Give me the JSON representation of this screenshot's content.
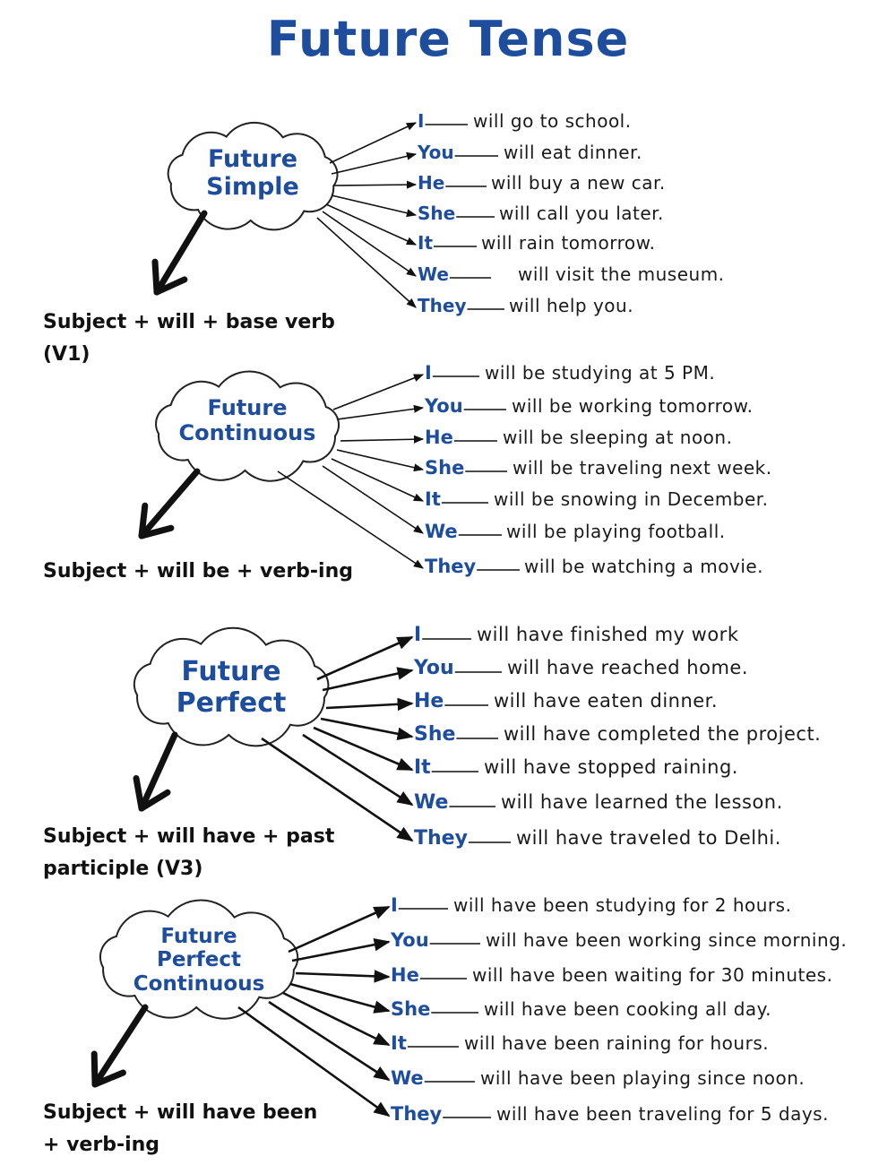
{
  "title": "Future Tense",
  "colors": {
    "accent": "#1d4d9c",
    "text": "#1a1a1a",
    "arrow": "#111111"
  },
  "sections": [
    {
      "label_lines": [
        "Future",
        "Simple"
      ],
      "formula": "Subject + will + base verb (V1)",
      "rows": [
        {
          "pronoun": "I",
          "sentence": "will go to school."
        },
        {
          "pronoun": "You",
          "sentence": "will eat dinner."
        },
        {
          "pronoun": "He",
          "sentence": "will buy a new car."
        },
        {
          "pronoun": "She",
          "sentence": "will call you later."
        },
        {
          "pronoun": "It",
          "sentence": "will rain tomorrow."
        },
        {
          "pronoun": "We",
          "sentence": "will visit the museum."
        },
        {
          "pronoun": "They",
          "sentence": "will help you."
        }
      ]
    },
    {
      "label_lines": [
        "Future",
        "Continuous"
      ],
      "formula": "Subject + will be + verb-ing",
      "rows": [
        {
          "pronoun": "I",
          "sentence": "will be studying at 5 PM."
        },
        {
          "pronoun": "You",
          "sentence": "will be working tomorrow."
        },
        {
          "pronoun": "He",
          "sentence": "will be sleeping at noon."
        },
        {
          "pronoun": "She",
          "sentence": "will be traveling next week."
        },
        {
          "pronoun": "It",
          "sentence": "will be snowing in December."
        },
        {
          "pronoun": "We",
          "sentence": "will be playing football."
        },
        {
          "pronoun": "They",
          "sentence": "will be watching a movie."
        }
      ]
    },
    {
      "label_lines": [
        "Future",
        "Perfect"
      ],
      "formula": "Subject + will have + past participle (V3)",
      "rows": [
        {
          "pronoun": "I",
          "sentence": "will have finished my work"
        },
        {
          "pronoun": "You",
          "sentence": "will have reached home."
        },
        {
          "pronoun": "He",
          "sentence": "will have eaten dinner."
        },
        {
          "pronoun": "She",
          "sentence": "will have completed the project."
        },
        {
          "pronoun": "It",
          "sentence": "will have stopped raining."
        },
        {
          "pronoun": "We",
          "sentence": "will have learned the lesson."
        },
        {
          "pronoun": "They",
          "sentence": "will have traveled to Delhi."
        }
      ]
    },
    {
      "label_lines": [
        "Future",
        "Perfect",
        "Continuous"
      ],
      "formula": "Subject + will have been + verb-ing",
      "rows": [
        {
          "pronoun": "I",
          "sentence": "will have been studying for 2 hours."
        },
        {
          "pronoun": "You",
          "sentence": "will have been working since morning."
        },
        {
          "pronoun": "He",
          "sentence": "will have been waiting for 30 minutes."
        },
        {
          "pronoun": "She",
          "sentence": "will have been cooking all day."
        },
        {
          "pronoun": "It",
          "sentence": "will have been raining for hours."
        },
        {
          "pronoun": "We",
          "sentence": "will have been playing since noon."
        },
        {
          "pronoun": "They",
          "sentence": "will have been traveling for 5 days."
        }
      ]
    }
  ]
}
